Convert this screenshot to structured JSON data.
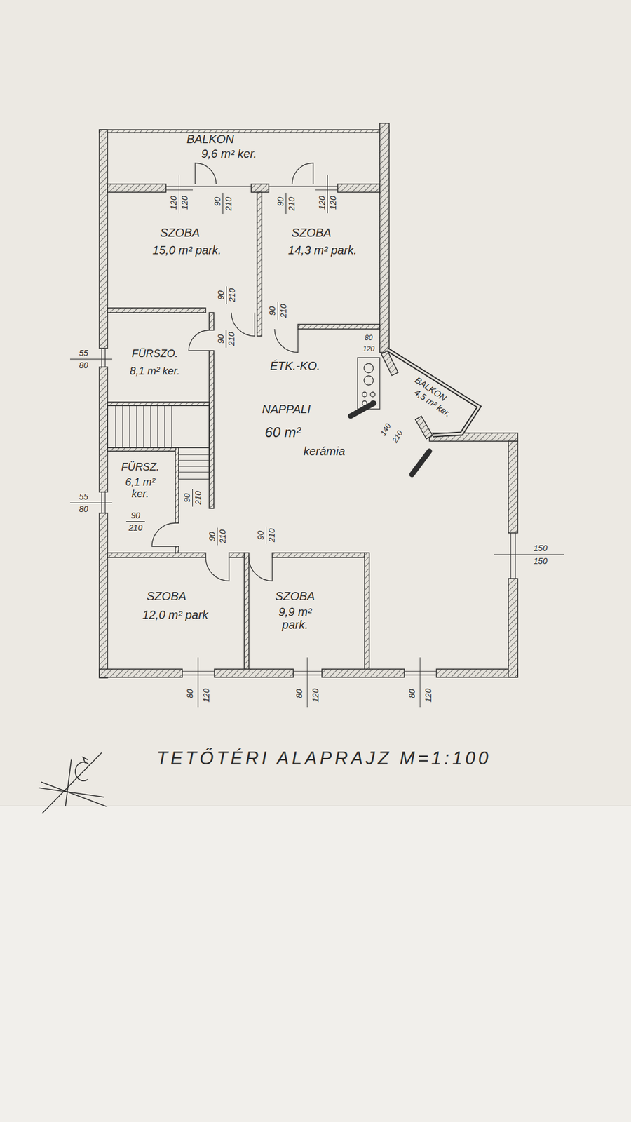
{
  "diagram": {
    "title": "TETŐTÉRI ALAPRAJZ M=1:100",
    "labels": [
      "BALKON",
      "9,6 m² ker.",
      "120",
      "120",
      "90",
      "210",
      "90",
      "210",
      "120",
      "120",
      "SZOBA",
      "15,0 m² park.",
      "SZOBA",
      "14,3 m² park.",
      "90",
      "210",
      "90",
      "210",
      "90",
      "210",
      "55",
      "80",
      "FÜRSZO.",
      "8,1 m² ker.",
      "ÉTK.-KO.",
      "80",
      "120",
      "BALKON",
      "4,5 m² ker.",
      "NAPPALI",
      "60 m²",
      "kerámia",
      "140",
      "210",
      "FÜRSZ.",
      "6,1 m² ker.",
      "90",
      "210",
      "55",
      "80",
      "90",
      "210",
      "90",
      "210",
      "90",
      "210",
      "150",
      "150",
      "SZOBA",
      "12,0 m² park",
      "SZOBA",
      "9,9 m² park.",
      "80",
      "120",
      "80",
      "120",
      "80",
      "120"
    ]
  }
}
